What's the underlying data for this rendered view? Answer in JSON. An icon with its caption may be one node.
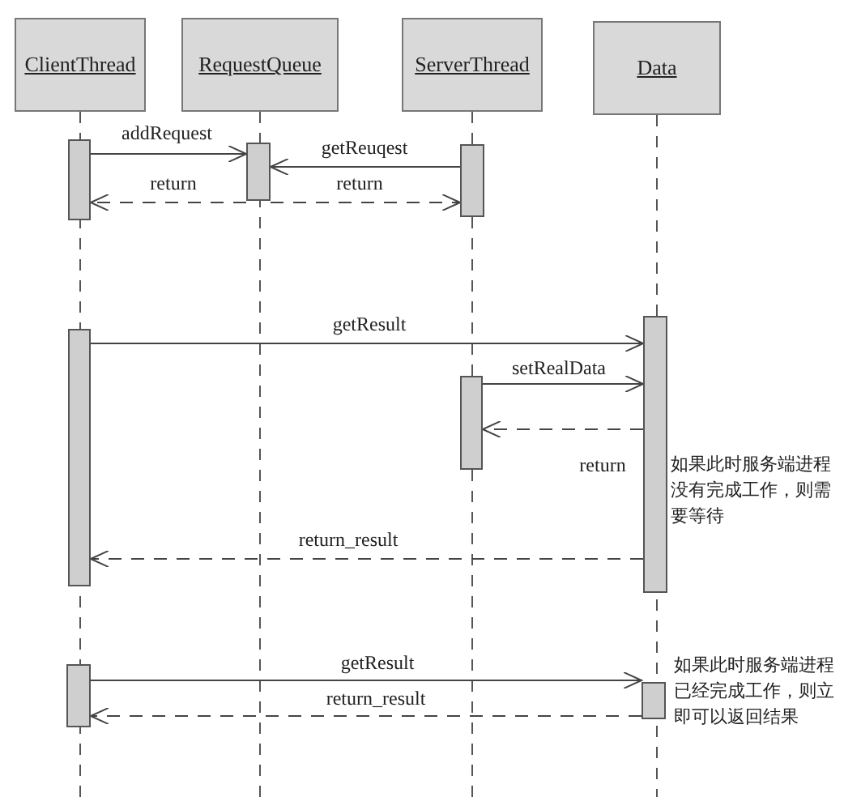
{
  "diagram": {
    "nodes": [
      {
        "text": [
          "ClientThread"
        ]
      },
      {
        "text": [
          "RequestQueue"
        ]
      },
      {
        "text": [
          "ServerThread"
        ]
      },
      {
        "text": [
          "Data"
        ]
      },
      {
        "text": [],
        "shape": "bar"
      },
      {
        "text": [],
        "shape": "bar"
      },
      {
        "text": [],
        "shape": "bar"
      },
      {
        "text": [],
        "shape": "bar"
      },
      {
        "text": [],
        "shape": "bar"
      },
      {
        "text": [],
        "shape": "bar"
      },
      {
        "text": [],
        "shape": "bar"
      },
      {
        "text": [],
        "shape": "bar"
      }
    ],
    "edges": [
      {
        "from": 4,
        "to": 5,
        "arrow": "to",
        "label": "addRequest"
      },
      {
        "from": 6,
        "to": 5,
        "arrow": "to",
        "label": "getReuqest"
      },
      {
        "from": 5,
        "to": 4,
        "arrow": "to",
        "label": "return",
        "style": "dashed"
      },
      {
        "from": 5,
        "to": 6,
        "arrow": "to",
        "label": "return",
        "style": "dashed"
      },
      {
        "from": 7,
        "to": 8,
        "arrow": "to",
        "label": "getResult"
      },
      {
        "from": 9,
        "to": 8,
        "arrow": "to",
        "label": "setRealData"
      },
      {
        "from": 8,
        "to": 9,
        "arrow": "to",
        "label": "return",
        "style": "dashed"
      },
      {
        "from": 8,
        "to": 7,
        "arrow": "to",
        "label": "return_result",
        "style": "dashed"
      },
      {
        "from": 10,
        "to": 11,
        "arrow": "to",
        "label": "getResult"
      },
      {
        "from": 11,
        "to": 10,
        "arrow": "to",
        "label": "return_result",
        "style": "dashed"
      }
    ],
    "labels": [
      "如果此时服务端进程没有完成工作，则需要等待",
      "如果此时服务端进程已经完成工作，则立即可以返回结果"
    ]
  }
}
